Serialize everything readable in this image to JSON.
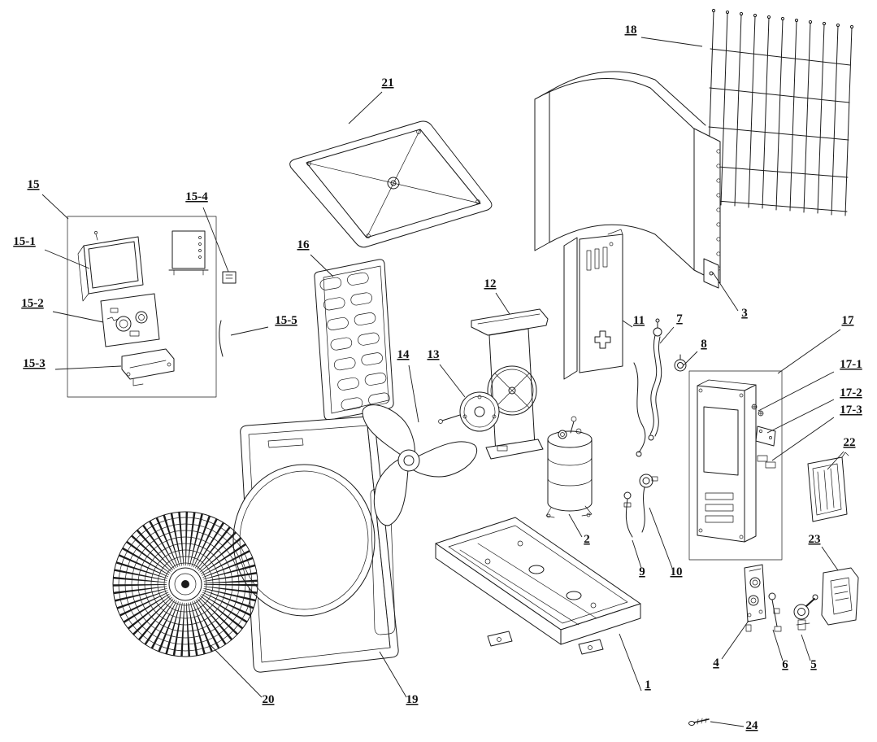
{
  "diagram": {
    "type": "exploded-parts-diagram",
    "colors": {
      "background": "#ffffff",
      "line": "#1a1a1a",
      "label_text": "#111111"
    },
    "labels": [
      "1",
      "2",
      "3",
      "4",
      "5",
      "6",
      "7",
      "8",
      "9",
      "10",
      "11",
      "12",
      "13",
      "14",
      "15",
      "15-1",
      "15-2",
      "15-3",
      "15-4",
      "15-5",
      "16",
      "17",
      "17-1",
      "17-2",
      "17-3",
      "18",
      "19",
      "20",
      "21",
      "22",
      "23",
      "24"
    ]
  }
}
